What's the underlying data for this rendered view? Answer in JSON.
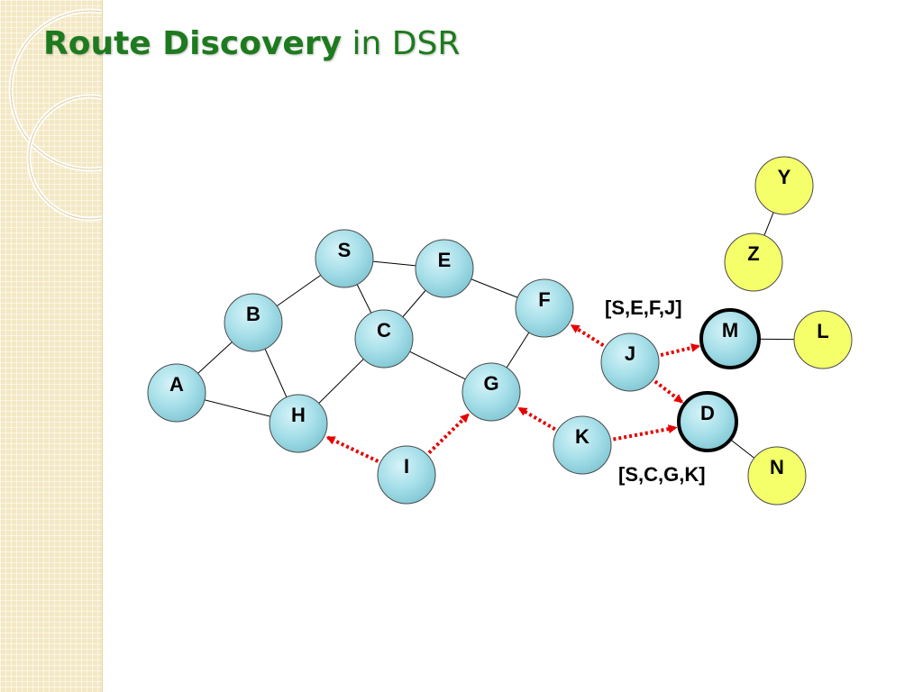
{
  "slide": {
    "title_bold": "Route Discovery",
    "title_rest": " in DSR"
  },
  "colors": {
    "title": "#1e7a1e",
    "node_fill": "#a6dfe9",
    "node_highlight": "#f4ff6a",
    "edge": "#000000",
    "rreq_arrow": "#e60000",
    "sidebar": "#f3e8c4"
  },
  "diagram": {
    "nodes": [
      {
        "id": "S",
        "label": "S"
      },
      {
        "id": "E",
        "label": "E"
      },
      {
        "id": "B",
        "label": "B"
      },
      {
        "id": "C",
        "label": "C"
      },
      {
        "id": "F",
        "label": "F"
      },
      {
        "id": "A",
        "label": "A"
      },
      {
        "id": "H",
        "label": "H"
      },
      {
        "id": "G",
        "label": "G"
      },
      {
        "id": "I",
        "label": "I"
      },
      {
        "id": "J",
        "label": "J"
      },
      {
        "id": "K",
        "label": "K"
      },
      {
        "id": "M",
        "label": "M"
      },
      {
        "id": "D",
        "label": "D"
      },
      {
        "id": "Y",
        "label": "Y"
      },
      {
        "id": "Z",
        "label": "Z"
      },
      {
        "id": "L",
        "label": "L"
      },
      {
        "id": "N",
        "label": "N"
      }
    ],
    "links": [
      [
        "S",
        "E"
      ],
      [
        "S",
        "B"
      ],
      [
        "S",
        "C"
      ],
      [
        "E",
        "C"
      ],
      [
        "E",
        "F"
      ],
      [
        "B",
        "A"
      ],
      [
        "B",
        "H"
      ],
      [
        "A",
        "H"
      ],
      [
        "C",
        "H"
      ],
      [
        "C",
        "G"
      ],
      [
        "F",
        "G"
      ],
      [
        "M",
        "L"
      ],
      [
        "D",
        "N"
      ],
      [
        "Y",
        "Z"
      ]
    ],
    "request_arrows": [
      {
        "from": "I",
        "to": "H"
      },
      {
        "from": "I",
        "to": "G"
      },
      {
        "from": "K",
        "to": "G"
      },
      {
        "from": "K",
        "to": "D"
      },
      {
        "from": "J",
        "to": "F"
      },
      {
        "from": "J",
        "to": "M"
      },
      {
        "from": "J",
        "to": "D"
      }
    ],
    "route_labels": {
      "via_j": "[S,E,F,J]",
      "via_k": "[S,C,G,K]"
    }
  }
}
